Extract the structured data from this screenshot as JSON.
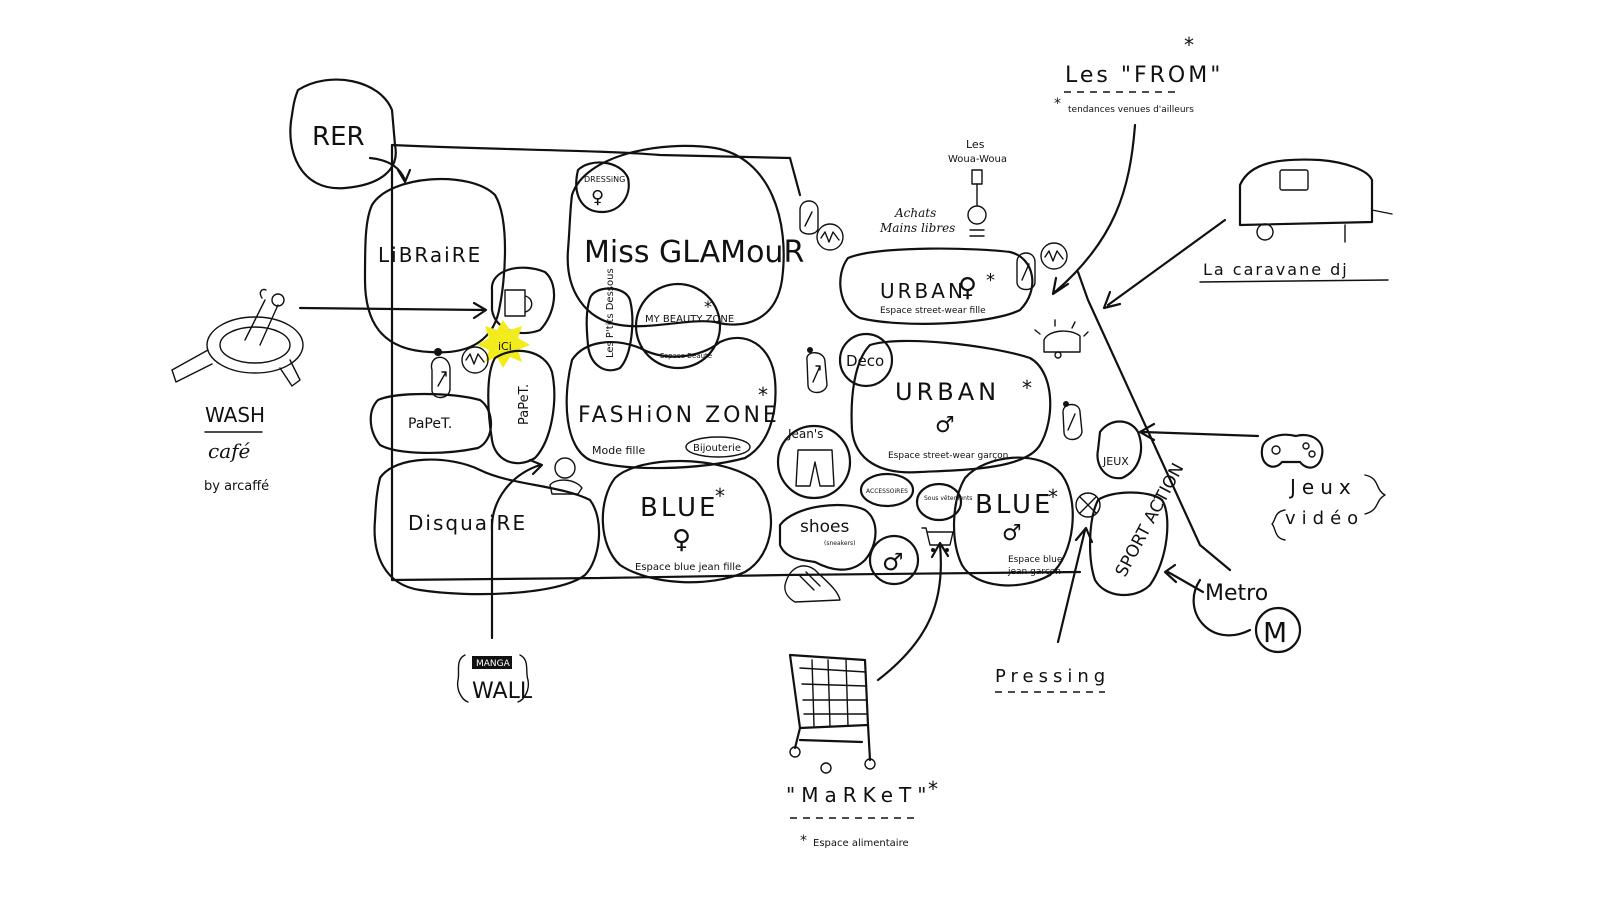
{
  "labels": {
    "rer": "RER",
    "libraire": "LiBRaiRE",
    "ici": "iCi",
    "papet_h": "PaPeT.",
    "papet_v": "PaPeT.",
    "disquaire": "DisquaiRE",
    "dressing": "DRESSiNG",
    "miss_glamour": "Miss GLAMouR",
    "les_ptits_dessous": "Les P'tits Dessous",
    "my_beauty_zone": "MY BEAUTY ZONE",
    "espace_beaute": "Espace Beauté",
    "fashion_zone": "FASHiON ZONE",
    "mode_fille": "Mode fille",
    "bijouterie": "Bijouterie",
    "blue_f": "BLUE",
    "blue_f_sub": "Espace blue jean fille",
    "jeans": "Jean's",
    "shoes": "shoes",
    "shoes_sub": "(sneakers)",
    "accessoires": "ACCESSOiRES",
    "sous_vetements": "Sous vêtements",
    "blue_m": "BLUE",
    "blue_m_sub1": "Espace blue",
    "blue_m_sub2": "jean garçon",
    "deco": "Déco",
    "urban_m": "URBAN",
    "urban_m_sub": "Espace street-wear garçon",
    "urban_f": "URBAN",
    "urban_f_sub": "Espace street-wear fille",
    "achats_1": "Achats",
    "achats_2": "Mains libres",
    "wouawoua_1": "Les",
    "wouawoua_2": "Woua-Woua",
    "les_from": "Les \"FROM\"",
    "les_from_sub": "tendances venues d'ailleurs",
    "caravane": "La caravane dj",
    "jeux_zone": "JEUX",
    "jeux_video_1": "Jeux",
    "jeux_video_2": "vidéo",
    "sport_action": "SPORT ACTION",
    "metro": "Metro",
    "metro_logo": "M",
    "pressing": "Pressing",
    "market": "\"MaRKeT\"",
    "market_sub": "Espace alimentaire",
    "wash": "WASH",
    "cafe": "café",
    "by_arcaffe": "by arcaffé",
    "manga_1": "MANGA",
    "manga_2": "WALL",
    "male_symbol": "♂",
    "female_symbol": "♀",
    "asterisk": "*"
  },
  "colors": {
    "ink": "#111111",
    "highlight": "#f2ec1c",
    "background": "#ffffff"
  }
}
